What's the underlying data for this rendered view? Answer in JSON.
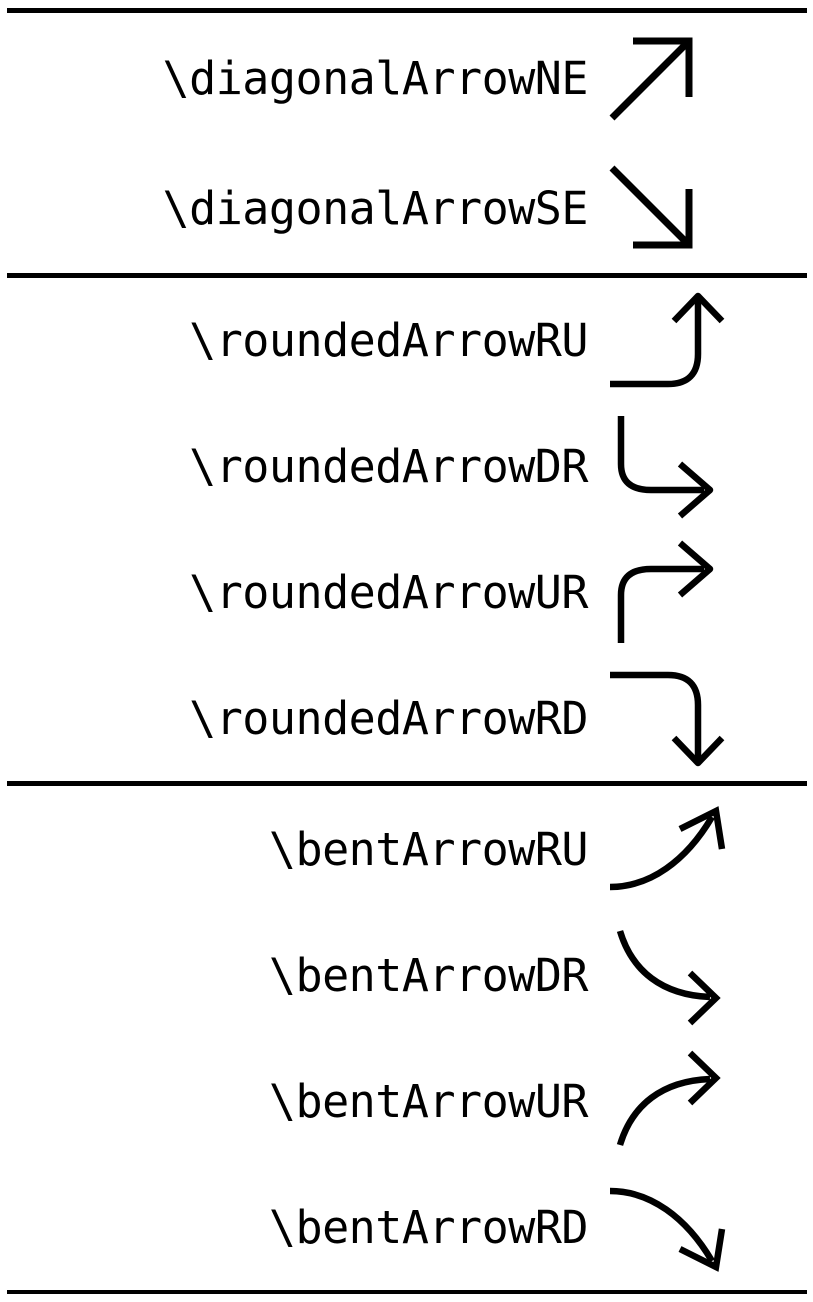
{
  "page": {
    "background_color": "#ffffff",
    "ink_color": "#000000",
    "rule_color": "#000000"
  },
  "sections": [
    {
      "name": "diagonal-arrows",
      "rows": [
        {
          "label": "\\diagonalArrowNE",
          "icon": "diagonal-arrow-ne-icon"
        },
        {
          "label": "\\diagonalArrowSE",
          "icon": "diagonal-arrow-se-icon"
        }
      ]
    },
    {
      "name": "rounded-arrows",
      "rows": [
        {
          "label": "\\roundedArrowRU",
          "icon": "rounded-arrow-ru-icon"
        },
        {
          "label": "\\roundedArrowDR",
          "icon": "rounded-arrow-dr-icon"
        },
        {
          "label": "\\roundedArrowUR",
          "icon": "rounded-arrow-ur-icon"
        },
        {
          "label": "\\roundedArrowRD",
          "icon": "rounded-arrow-rd-icon"
        }
      ]
    },
    {
      "name": "bent-arrows",
      "rows": [
        {
          "label": "\\bentArrowRU",
          "icon": "bent-arrow-ru-icon"
        },
        {
          "label": "\\bentArrowDR",
          "icon": "bent-arrow-dr-icon"
        },
        {
          "label": "\\bentArrowUR",
          "icon": "bent-arrow-ur-icon"
        },
        {
          "label": "\\bentArrowRD",
          "icon": "bent-arrow-rd-icon"
        }
      ]
    }
  ],
  "rules": [
    {
      "name": "rule-top"
    },
    {
      "name": "rule-mid1"
    },
    {
      "name": "rule-mid2"
    },
    {
      "name": "rule-bottom"
    }
  ]
}
